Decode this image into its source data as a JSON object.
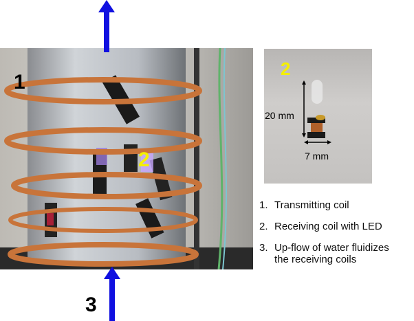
{
  "labels": {
    "one": "1",
    "two_main": "2",
    "two_inset": "2",
    "three": "3"
  },
  "inset": {
    "height_dim": "20 mm",
    "width_dim": "7 mm"
  },
  "legend": [
    {
      "num": "1.",
      "text": "Transmitting coil"
    },
    {
      "num": "2.",
      "text": "Receiving coil with LED"
    },
    {
      "num": "3.",
      "text": "Up-flow of water fluidizes",
      "text2": "the receiving coils"
    }
  ],
  "colors": {
    "arrow": "#1010e0",
    "highlight": "#f5f000",
    "copper": "#c8743a"
  }
}
